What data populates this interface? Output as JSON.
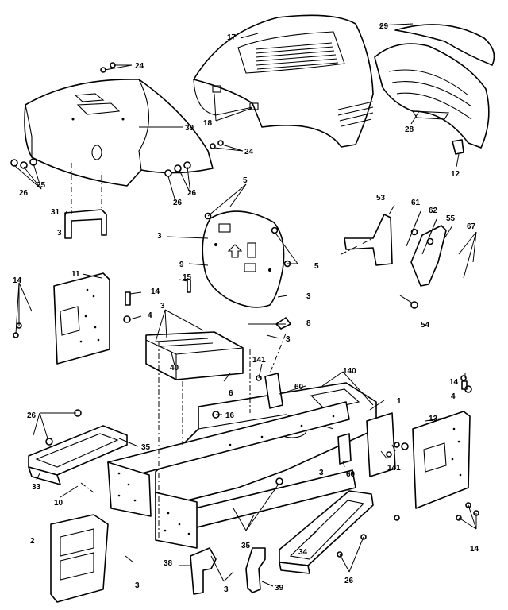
{
  "callouts": {
    "c1": "1",
    "c2": "2",
    "c3a": "3",
    "c3b": "3",
    "c3c": "3",
    "c3d": "3",
    "c3e": "3",
    "c3f": "3",
    "c3g": "3",
    "c3h": "3",
    "c4a": "4",
    "c4b": "4",
    "c5a": "5",
    "c5b": "5",
    "c6": "6",
    "c8": "8",
    "c9": "9",
    "c10": "10",
    "c11": "11",
    "c12": "12",
    "c13": "13",
    "c14a": "14",
    "c14b": "14",
    "c14c": "14",
    "c14d": "14",
    "c15": "15",
    "c16": "16",
    "c17": "17",
    "c18": "18",
    "c24a": "24",
    "c24b": "24",
    "c25": "25",
    "c26a": "26",
    "c26b": "26",
    "c26c": "26",
    "c26d": "26",
    "c28": "28",
    "c29": "29",
    "c30": "30",
    "c31": "31",
    "c33": "33",
    "c34": "34",
    "c35a": "35",
    "c35b": "35",
    "c38": "38",
    "c39": "39",
    "c40": "40",
    "c53": "53",
    "c54": "54",
    "c55": "55",
    "c60a": "60",
    "c60b": "60",
    "c61": "61",
    "c62": "62",
    "c67": "67",
    "c140": "140",
    "c141a": "141",
    "c141b": "141"
  }
}
